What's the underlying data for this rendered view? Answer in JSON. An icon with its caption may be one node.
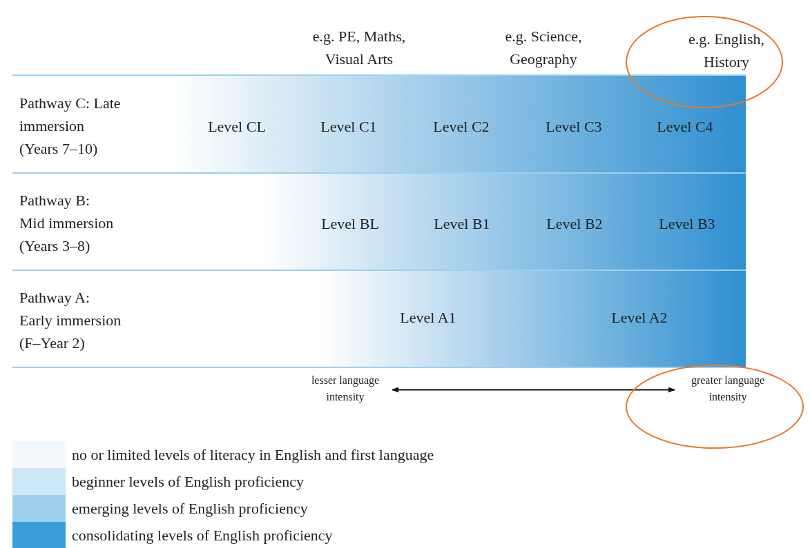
{
  "diagram": {
    "nodes": [
      {
        "text": [
          "e.g. English, History"
        ]
      },
      {
        "text": [
          "Pathway C: Late immersion (Years 7–10)",
          "Level CL",
          "Level C1",
          "Level C2",
          "Level C3",
          "Level C4"
        ]
      },
      {
        "text": [
          "Pathway B: Mid immersion (Years 3–8)",
          "Level BL",
          "Level B1",
          "Level B2",
          "Level B3"
        ]
      },
      {
        "text": [
          "Pathway A: Early immersion (F–Year 2)",
          "Level A1",
          "Level A2"
        ]
      },
      {
        "text": [
          "lesser language intensity"
        ]
      },
      {
        "text": [
          "greater language intensity"
        ]
      }
    ],
    "edges": [
      {
        "from": 4,
        "to": 5,
        "arrow": "both"
      }
    ],
    "labels": [
      "e.g. PE, Maths, Visual Arts",
      "e.g. Science, Geography"
    ],
    "legend": [
      {
        "text": "no or limited levels of literacy in English and first language",
        "color": "#f2f8fc"
      },
      {
        "text": "beginner levels of English proficiency",
        "color": "#cce7f6"
      },
      {
        "text": "emerging levels of English proficiency",
        "color": "#9ed1ee"
      },
      {
        "text": "consolidating levels of English proficiency",
        "color": "#3a9ddb"
      }
    ]
  }
}
